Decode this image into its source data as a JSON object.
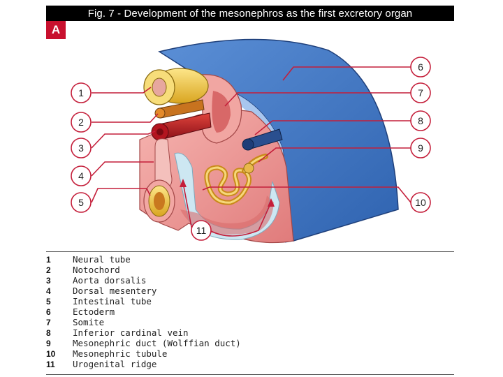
{
  "header": {
    "title": "Fig. 7 - Development of the mesonephros as the first excretory organ",
    "panel_label": "A"
  },
  "callouts": [
    "1",
    "2",
    "3",
    "4",
    "5",
    "6",
    "7",
    "8",
    "9",
    "10",
    "11"
  ],
  "legend": [
    {
      "num": "1",
      "label": "Neural tube"
    },
    {
      "num": "2",
      "label": "Notochord"
    },
    {
      "num": "3",
      "label": "Aorta dorsalis"
    },
    {
      "num": "4",
      "label": "Dorsal mesentery"
    },
    {
      "num": "5",
      "label": "Intestinal tube"
    },
    {
      "num": "6",
      "label": "Ectoderm"
    },
    {
      "num": "7",
      "label": "Somite"
    },
    {
      "num": "8",
      "label": "Inferior cardinal vein"
    },
    {
      "num": "9",
      "label": "Mesonephric duct (Wolffian duct)"
    },
    {
      "num": "10",
      "label": "Mesonephric tubule"
    },
    {
      "num": "11",
      "label": "Urogenital ridge"
    }
  ],
  "colors": {
    "ectoderm": "#3f78c7",
    "leader": "#c41e3a",
    "tube_yellow": "#f2c94c",
    "mesoderm_pink": "#e88a8a",
    "tubule_gold": "#e9b84a"
  }
}
